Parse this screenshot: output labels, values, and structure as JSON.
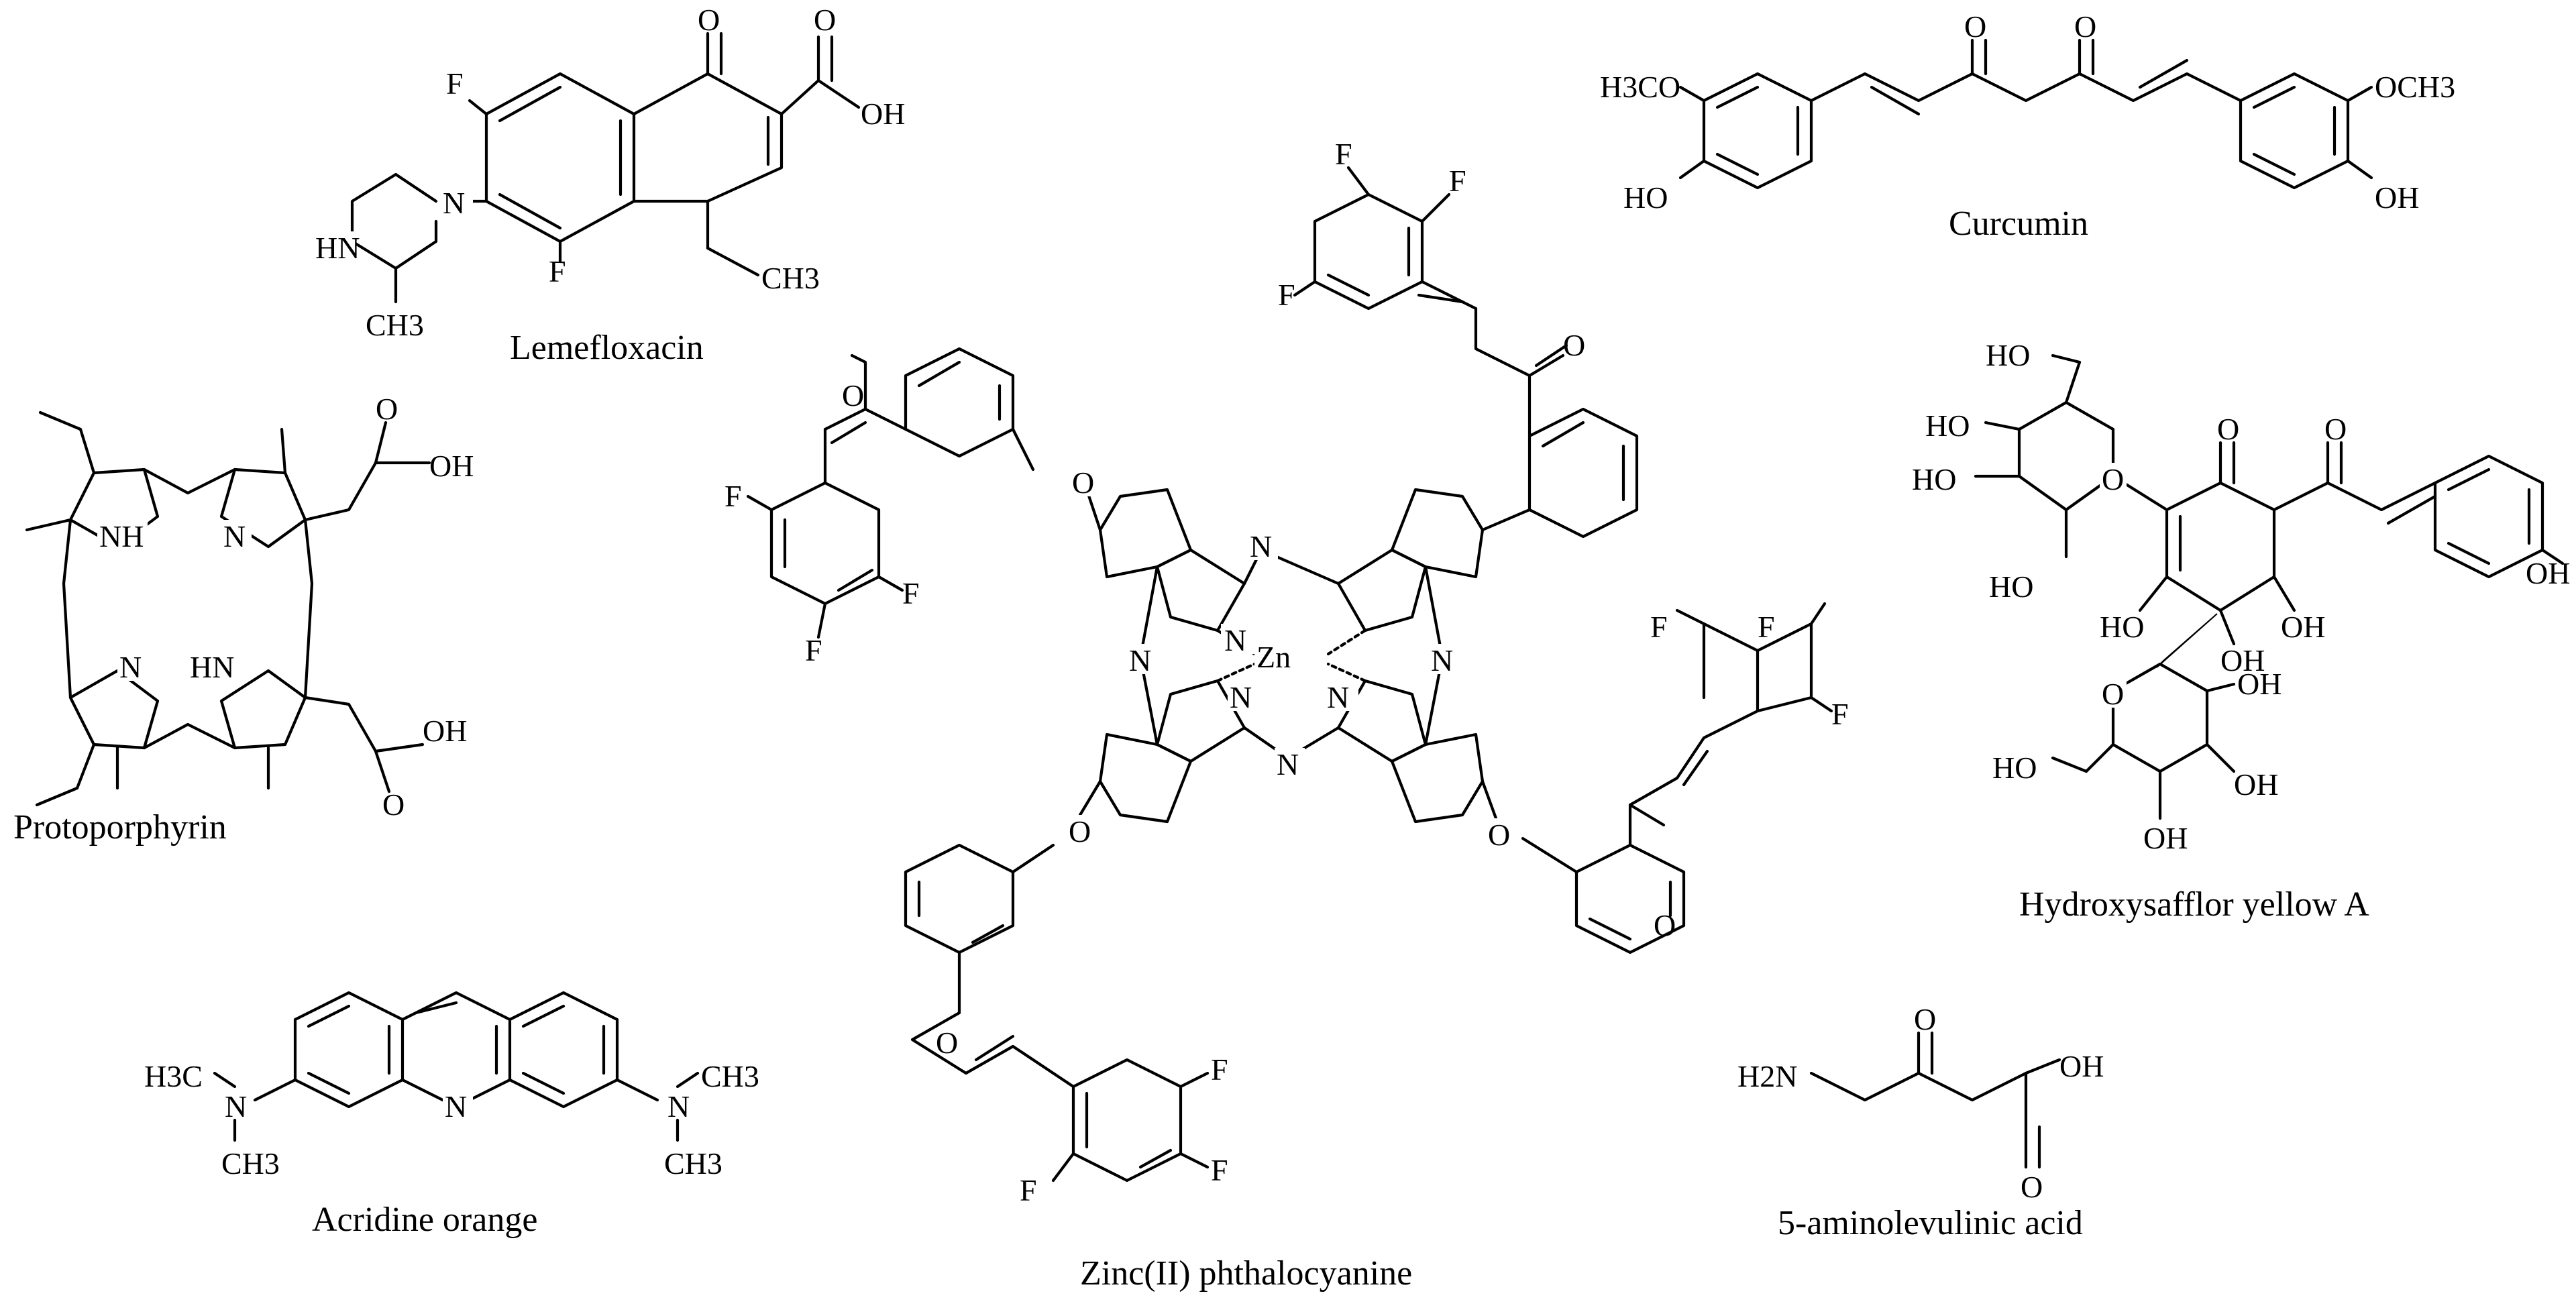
{
  "captions": {
    "lemefloxacin": "Lemefloxacin",
    "curcumin": "Curcumin",
    "protoporphyrin": "Protoporphyrin",
    "hsya": "Hydroxysafflor yellow A",
    "znpc": "Zinc(II) phthalocyanine",
    "acridine": "Acridine orange",
    "ala": "5-aminolevulinic acid"
  },
  "atoms": {
    "F": "F",
    "O": "O",
    "OH": "OH",
    "HO": "HO",
    "HN": "HN",
    "NH": "NH",
    "N": "N",
    "Zn": "Zn",
    "CH3": "CH3",
    "H3C": "H3C",
    "H3CO": "H3CO",
    "OCH3": "OCH3",
    "H2N": "H2N"
  }
}
